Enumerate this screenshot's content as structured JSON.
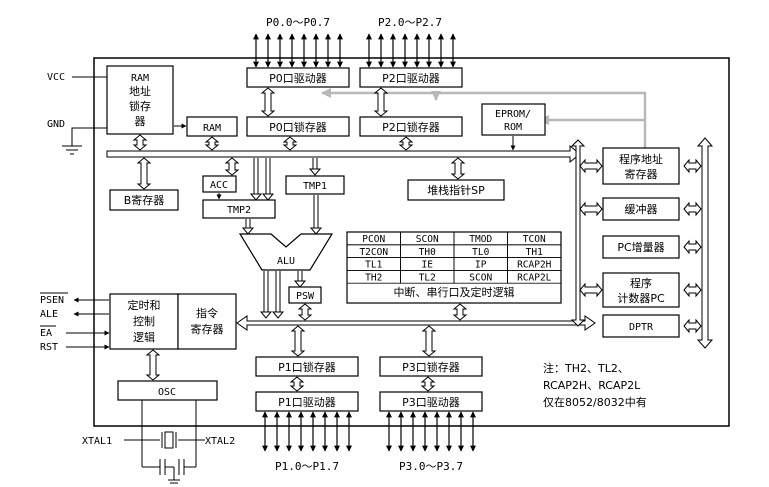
{
  "pins": {
    "vcc": "VCC",
    "gnd": "GND",
    "psen": "PSEN",
    "ale": "ALE",
    "ea": "EA",
    "rst": "RST",
    "xtal1": "XTAL1",
    "xtal2": "XTAL2"
  },
  "ports": {
    "p0_label": "P0.0～P0.7",
    "p2_label": "P2.0～P2.7",
    "p1_label": "P1.0～P1.7",
    "p3_label": "P3.0～P3.7"
  },
  "blocks": {
    "p0_driver": "P0口驱动器",
    "p2_driver": "P2口驱动器",
    "p0_latch": "P0口锁存器",
    "p2_latch": "P2口锁存器",
    "p1_latch": "P1口锁存器",
    "p3_latch": "P3口锁存器",
    "p1_driver": "P1口驱动器",
    "p3_driver": "P3口驱动器",
    "ram_addr_line1": "RAM",
    "ram_addr_line2": "地址",
    "ram_addr_line3": "锁存",
    "ram_addr_line4": "器",
    "ram": "RAM",
    "eprom_line1": "EPROM/",
    "eprom_line2": "ROM",
    "pc_addr_line1": "程序地址",
    "pc_addr_line2": "寄存器",
    "buffer": "缓冲器",
    "pc_inc": "PC增量器",
    "pc_line1": "程序",
    "pc_line2": "计数器PC",
    "dptr": "DPTR",
    "b_reg": "B寄存器",
    "acc": "ACC",
    "tmp2": "TMP2",
    "tmp1": "TMP1",
    "sp": "堆栈指针SP",
    "alu": "ALU",
    "psw": "PSW",
    "timing_line1": "定时和",
    "timing_line2": "控制",
    "timing_line3": "逻辑",
    "ir_line1": "指令",
    "ir_line2": "寄存器",
    "osc": "OSC"
  },
  "sfr": {
    "rows": [
      [
        "PCON",
        "SCON",
        "TMOD",
        "TCON"
      ],
      [
        "T2CON",
        "TH0",
        "TL0",
        "TH1"
      ],
      [
        "TL1",
        "IE",
        "IP",
        "RCAP2H"
      ],
      [
        "TH2",
        "TL2",
        "SCON",
        "RCAP2L"
      ]
    ],
    "caption": "中断、串行口及定时逻辑"
  },
  "note": {
    "line1": "注：TH2、TL2、",
    "line2": "RCAP2H、RCAP2L",
    "line3": "仅在8052/8032中有"
  }
}
